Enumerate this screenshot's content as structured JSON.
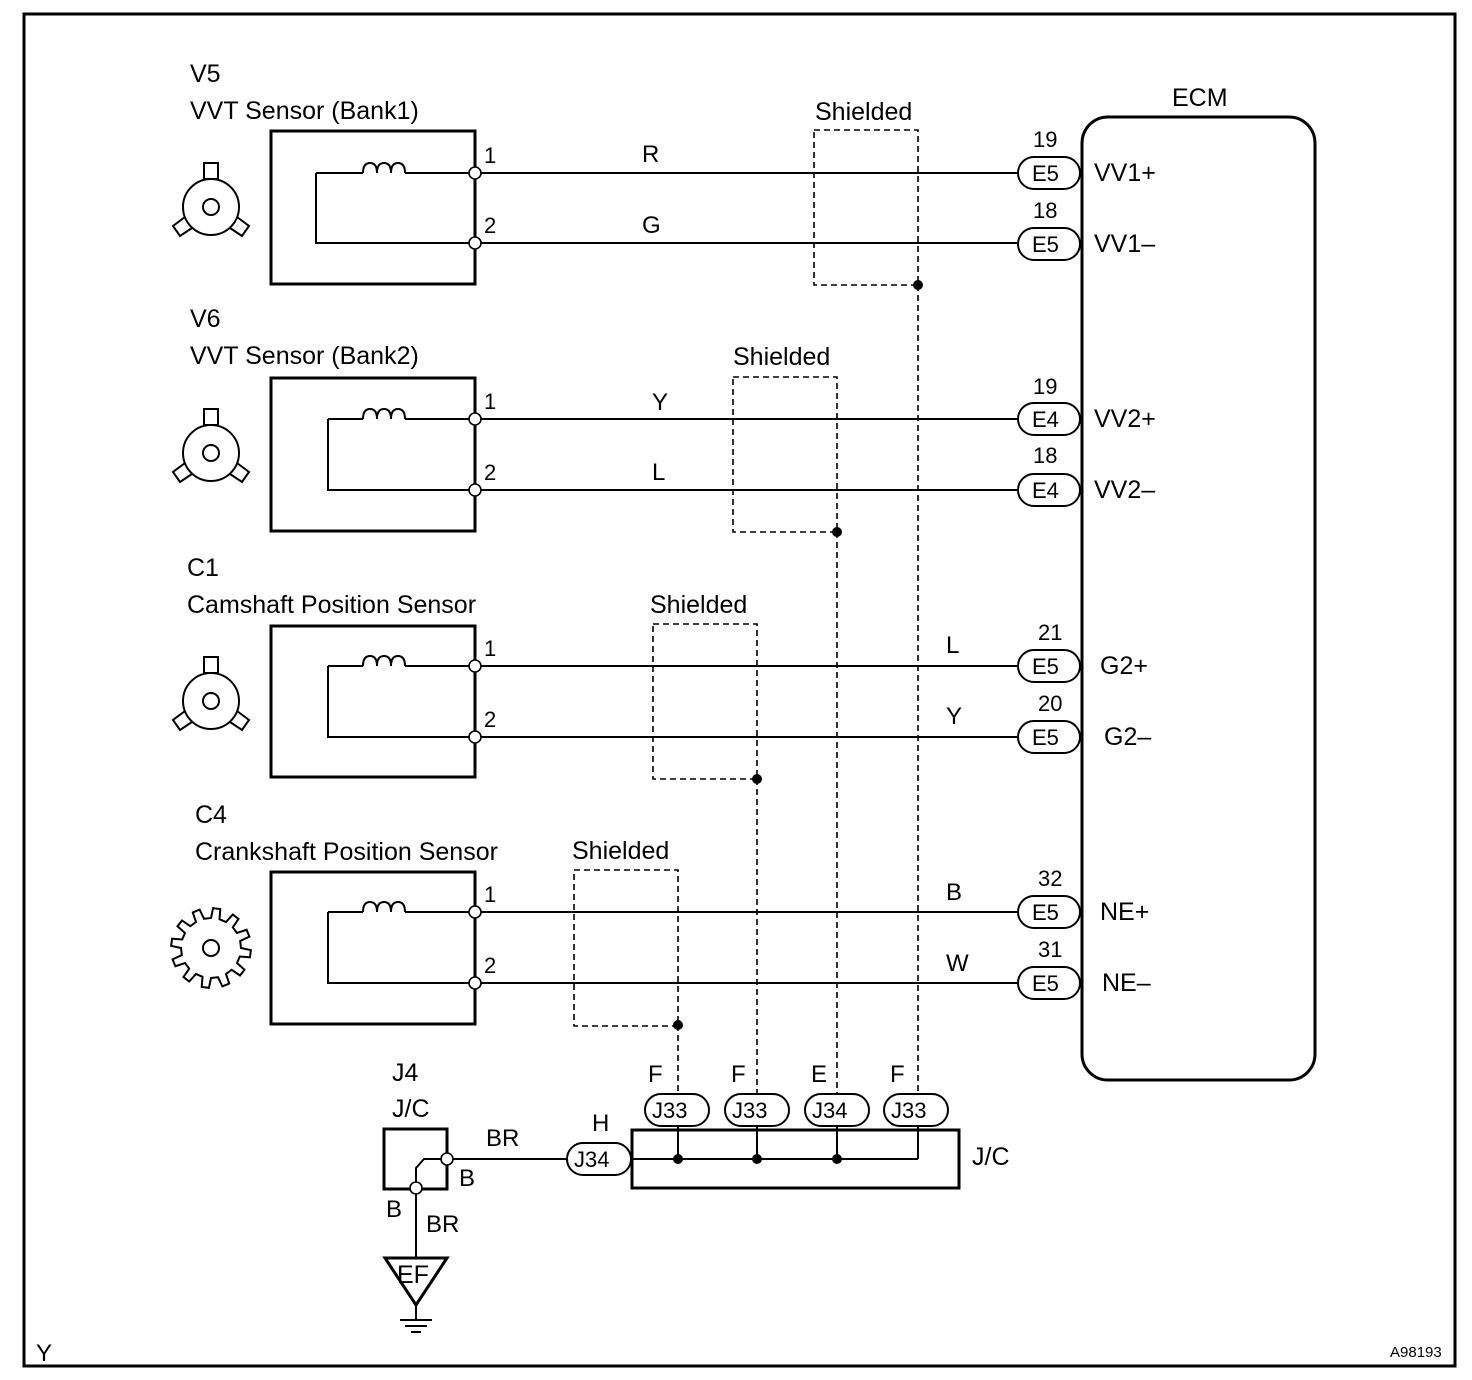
{
  "ecm": {
    "label": "ECM"
  },
  "sensors": [
    {
      "id": "V5",
      "name": "VVT Sensor (Bank1)",
      "pins": [
        "1",
        "2"
      ],
      "wires": [
        "R",
        "G"
      ],
      "ecm_pins": [
        {
          "num": "19",
          "conn": "E5",
          "signal": "VV1+"
        },
        {
          "num": "18",
          "conn": "E5",
          "signal": "VV1–"
        }
      ]
    },
    {
      "id": "V6",
      "name": "VVT Sensor (Bank2)",
      "pins": [
        "1",
        "2"
      ],
      "wires": [
        "Y",
        "L"
      ],
      "ecm_pins": [
        {
          "num": "19",
          "conn": "E4",
          "signal": "VV2+"
        },
        {
          "num": "18",
          "conn": "E4",
          "signal": "VV2–"
        }
      ]
    },
    {
      "id": "C1",
      "name": "Camshaft Position Sensor",
      "pins": [
        "1",
        "2"
      ],
      "wires": [
        "L",
        "Y"
      ],
      "ecm_pins": [
        {
          "num": "21",
          "conn": "E5",
          "signal": "G2+"
        },
        {
          "num": "20",
          "conn": "E5",
          "signal": "G2–"
        }
      ]
    },
    {
      "id": "C4",
      "name": "Crankshaft Position Sensor",
      "pins": [
        "1",
        "2"
      ],
      "wires": [
        "B",
        "W"
      ],
      "ecm_pins": [
        {
          "num": "32",
          "conn": "E5",
          "signal": "NE+"
        },
        {
          "num": "31",
          "conn": "E5",
          "signal": "NE–"
        }
      ]
    }
  ],
  "shield_label": "Shielded",
  "junction": {
    "label": "J/C",
    "connectors": [
      {
        "pin": "F",
        "conn": "J33"
      },
      {
        "pin": "F",
        "conn": "J33"
      },
      {
        "pin": "E",
        "conn": "J34"
      },
      {
        "pin": "F",
        "conn": "J33"
      }
    ],
    "input": {
      "pin": "H",
      "conn": "J34"
    }
  },
  "j4": {
    "id": "J4",
    "label": "J/C",
    "pin_right": "B",
    "pin_bottom": "B"
  },
  "ground_wires": {
    "top": "BR",
    "down": "BR"
  },
  "ground": {
    "label": "EF"
  },
  "corner_left": "Y",
  "corner_right": "A98193"
}
